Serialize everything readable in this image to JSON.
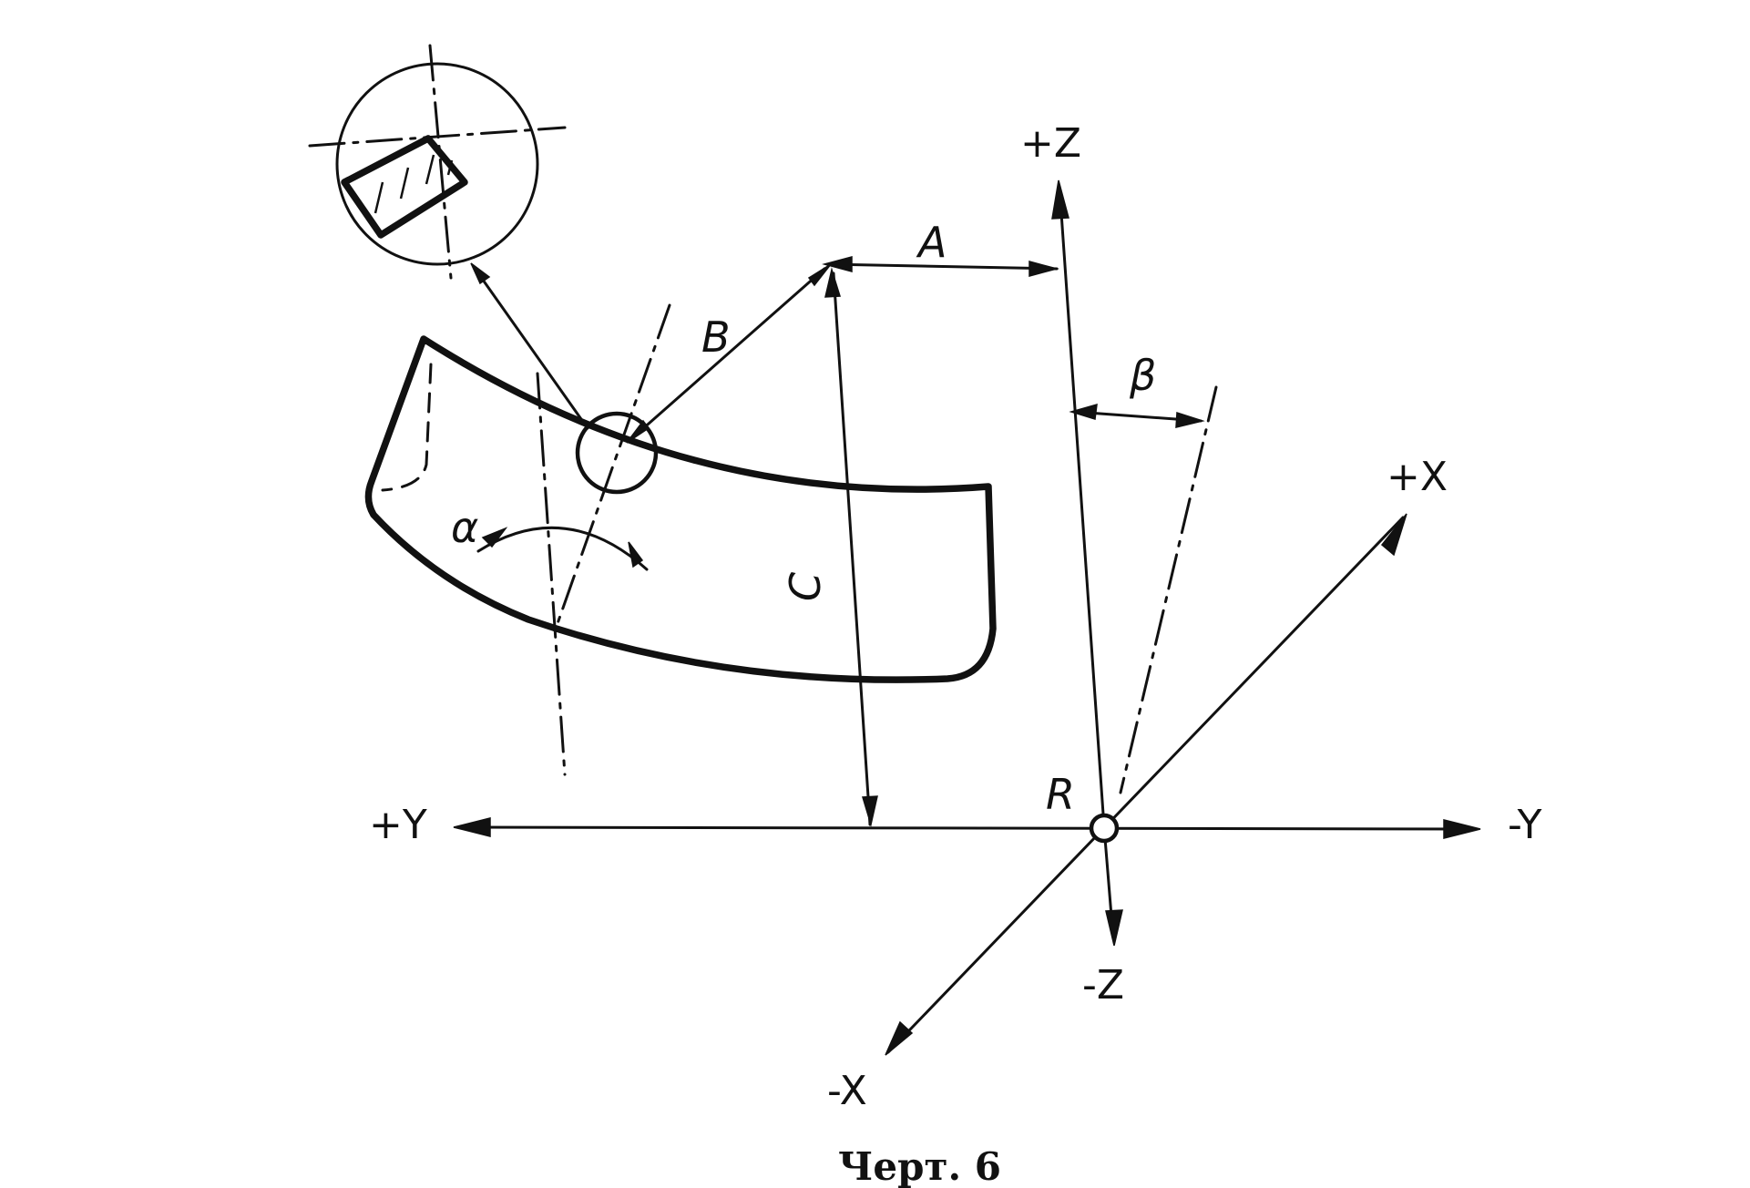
{
  "axes": {
    "plus_z": "+Z",
    "minus_z": "-Z",
    "plus_x": "+X",
    "minus_x": "-X",
    "plus_y": "+Y",
    "minus_y": "-Y"
  },
  "points": {
    "origin": "R"
  },
  "dimensions": {
    "a": "A",
    "b": "B",
    "c": "C",
    "beta": "β",
    "alpha": "α"
  },
  "caption": "Черт. 6"
}
